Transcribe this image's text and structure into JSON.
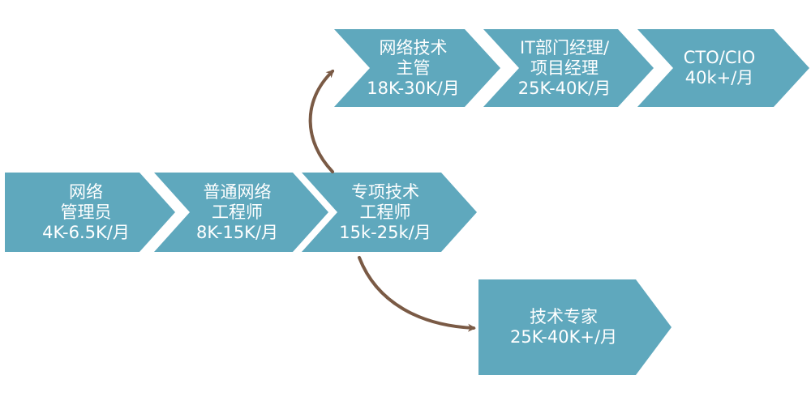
{
  "colors": {
    "chevron_fill": "#5fa8bd",
    "chevron_text": "#ffffff",
    "arrow": "#7a5a45",
    "background": "#ffffff"
  },
  "nodes": {
    "network_admin": {
      "line1": "网络",
      "line2": "管理员",
      "line3": "4K-6.5K/月"
    },
    "network_engineer": {
      "line1": "普通网络",
      "line2": "工程师",
      "line3": "8K-15K/月"
    },
    "specialist_engineer": {
      "line1": "专项技术",
      "line2": "工程师",
      "line3": "15k-25k/月"
    },
    "network_manager": {
      "line1": "网络技术",
      "line2": "主管",
      "line3": "18K-30K/月"
    },
    "it_manager": {
      "line1": "IT部门经理/",
      "line2": "项目经理",
      "line3": "25K-40K/月"
    },
    "cto": {
      "line1": "CTO/CIO",
      "line2": "40k+/月"
    },
    "tech_expert": {
      "line1": "技术专家",
      "line2": "25K-40K+/月"
    }
  }
}
